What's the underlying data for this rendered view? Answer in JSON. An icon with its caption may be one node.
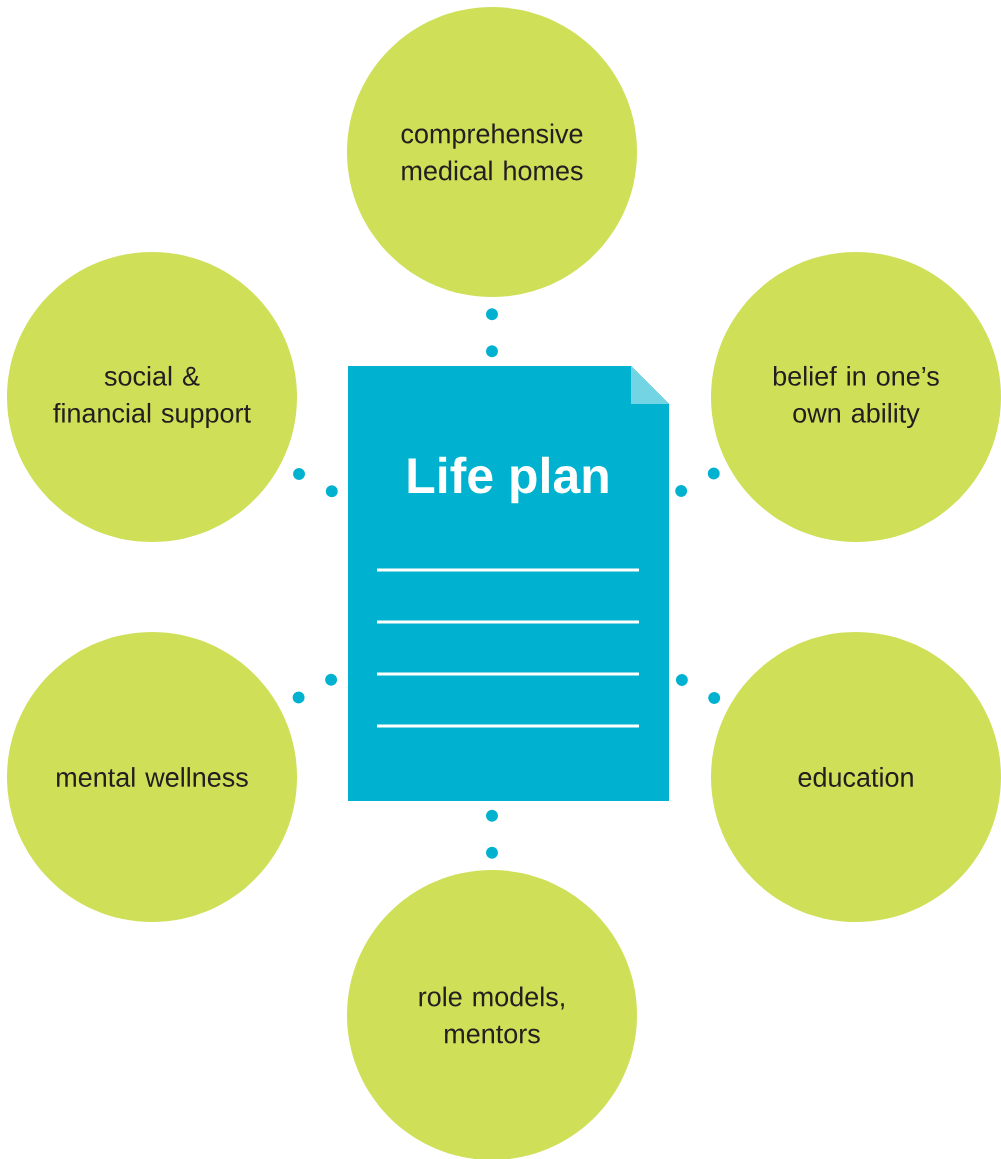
{
  "diagram": {
    "nodes": [
      {
        "text": [
          "comprehensive medical homes"
        ]
      },
      {
        "text": [
          "social & financial support"
        ]
      },
      {
        "text": [
          "Life plan"
        ]
      },
      {
        "text": [
          "belief in one’s own ability"
        ]
      },
      {
        "text": [
          "mental wellness"
        ]
      },
      {
        "text": [
          "education"
        ]
      },
      {
        "text": [
          "role models, mentors"
        ]
      }
    ],
    "edges": [
      {
        "from": 2,
        "to": 0,
        "arrow": "none"
      },
      {
        "from": 2,
        "to": 1,
        "arrow": "none"
      },
      {
        "from": 2,
        "to": 3,
        "arrow": "none"
      },
      {
        "from": 2,
        "to": 4,
        "arrow": "none"
      },
      {
        "from": 2,
        "to": 5,
        "arrow": "none"
      },
      {
        "from": 2,
        "to": 6,
        "arrow": "none"
      }
    ]
  }
}
